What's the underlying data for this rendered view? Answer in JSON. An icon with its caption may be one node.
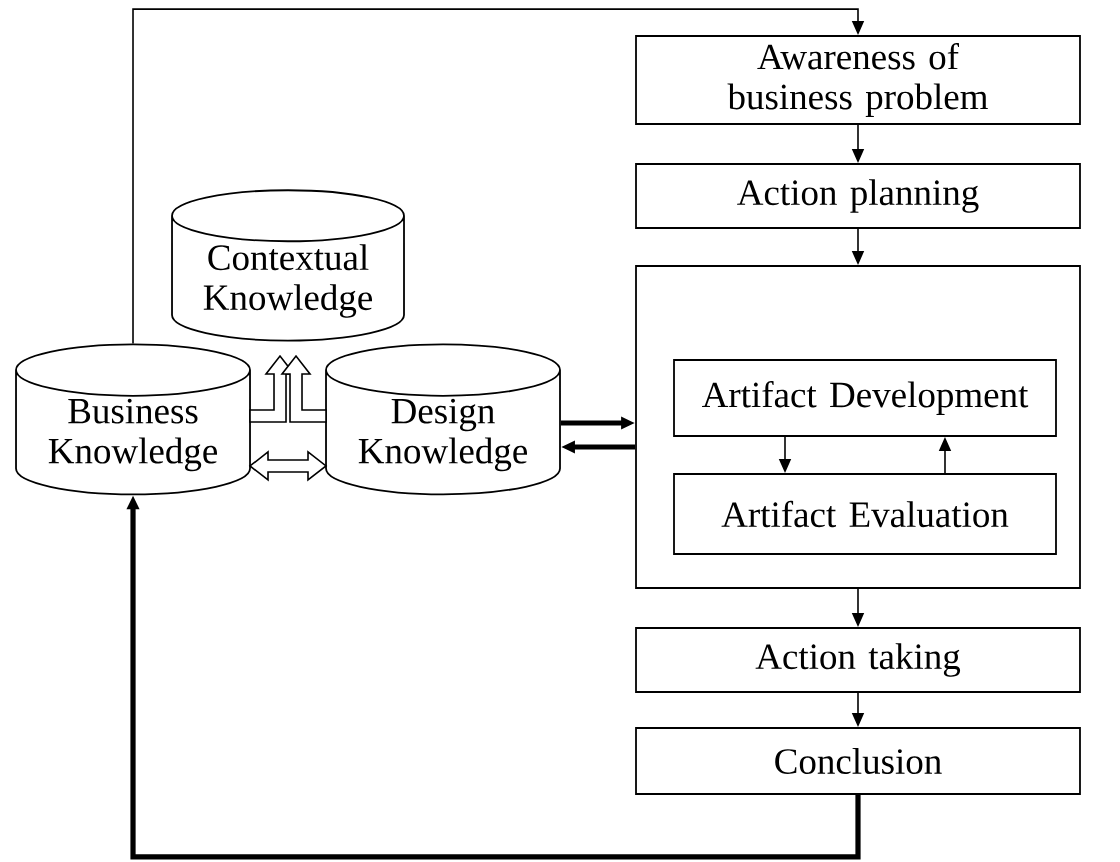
{
  "diagram": {
    "nodes": [
      {
        "text": [
          "Awareness of business problem"
        ]
      },
      {
        "text": [
          "Action planning"
        ]
      },
      {
        "text": [],
        "shape": "box"
      },
      {
        "text": [
          "Artifact Development"
        ],
        "in": 2
      },
      {
        "text": [
          "Artifact Evaluation"
        ],
        "in": 2
      },
      {
        "text": [
          "Action taking"
        ]
      },
      {
        "text": [
          "Conclusion"
        ]
      },
      {
        "text": [
          "Contextual Knowledge"
        ]
      },
      {
        "text": [
          "Business Knowledge"
        ]
      },
      {
        "text": [
          "Design Knowledge"
        ]
      }
    ],
    "edges": [
      {
        "from": 0,
        "to": 1,
        "arrow": "to"
      },
      {
        "from": 1,
        "to": 2,
        "arrow": "to"
      },
      {
        "from": 2,
        "to": 5,
        "arrow": "to"
      },
      {
        "from": 5,
        "to": 6,
        "arrow": "to"
      },
      {
        "from": 3,
        "to": 4,
        "arrow": "to"
      },
      {
        "from": 4,
        "to": 3,
        "arrow": "to"
      },
      {
        "from": 9,
        "to": 2,
        "arrow": "to",
        "style": "thick"
      },
      {
        "from": 2,
        "to": 9,
        "arrow": "to",
        "style": "thick"
      },
      {
        "from": 8,
        "to": 0,
        "arrow": "to"
      },
      {
        "from": 6,
        "to": 8,
        "arrow": "to",
        "style": "thick"
      },
      {
        "from": 8,
        "to": 9,
        "arrow": "both"
      },
      {
        "from": 8,
        "to": 7,
        "arrow": "to"
      },
      {
        "from": 9,
        "to": 7,
        "arrow": "to"
      }
    ]
  }
}
